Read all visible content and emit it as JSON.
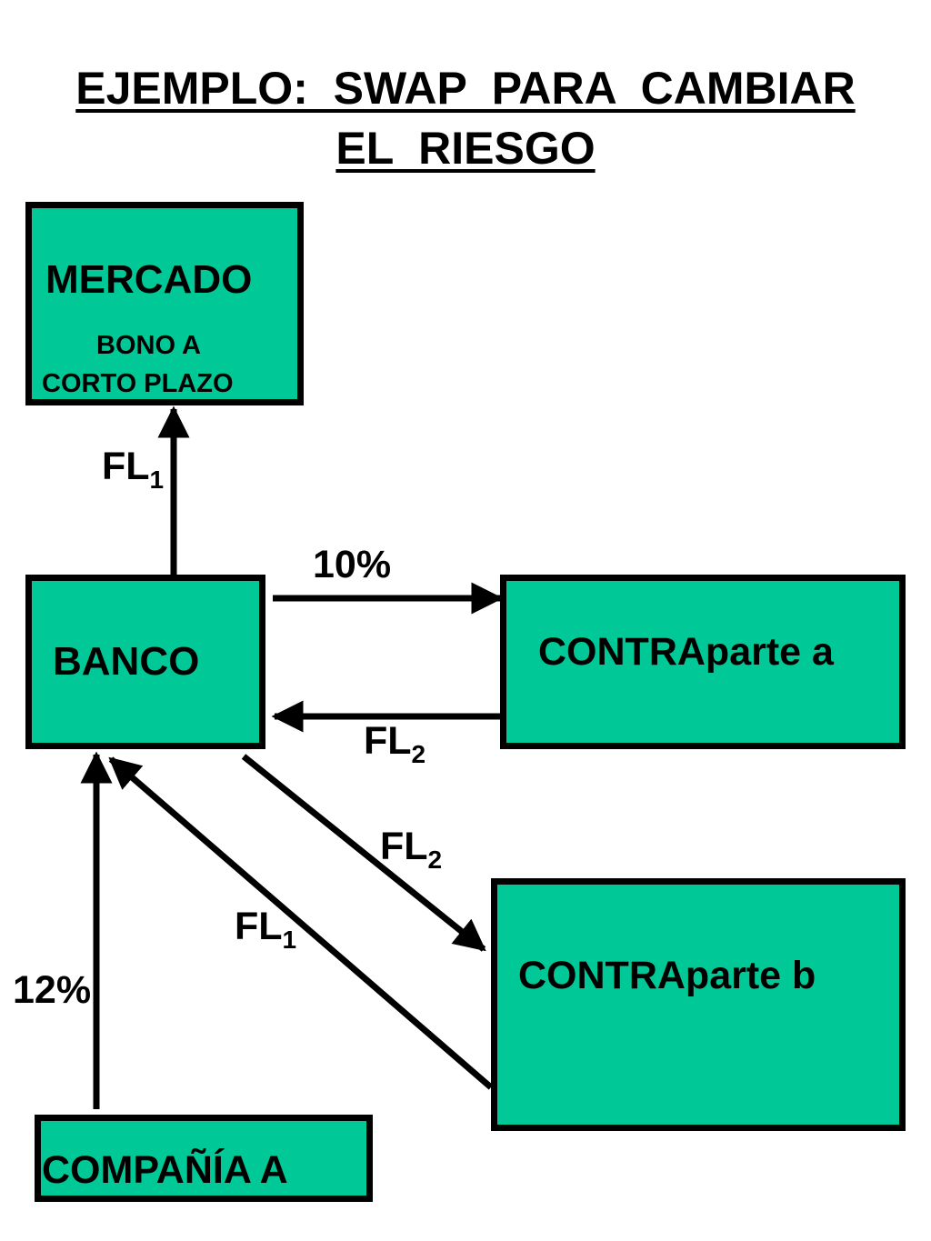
{
  "title": {
    "line1": "EJEMPLO:  SWAP  PARA  CAMBIAR",
    "line2": "EL  RIESGO"
  },
  "nodes": {
    "mercado": {
      "label": "MERCADO",
      "sub1": "BONO A",
      "sub2": "CORTO PLAZO"
    },
    "banco": {
      "label": "BANCO"
    },
    "contraparte_a": {
      "label": "CONTRAparte a"
    },
    "contraparte_b": {
      "label": "CONTRAparte b"
    },
    "compania_a": {
      "label": "COMPAÑÍA A"
    }
  },
  "flows": {
    "banco_to_mercado": {
      "base": "FL",
      "sub": "1"
    },
    "banco_to_contraparte_a": {
      "text": "10%"
    },
    "contraparte_a_to_banco": {
      "base": "FL",
      "sub": "2"
    },
    "banco_to_contraparte_b": {
      "base": "FL",
      "sub": "2"
    },
    "contraparte_b_to_banco": {
      "base": "FL",
      "sub": "1"
    },
    "compania_to_banco": {
      "text": "12%"
    }
  },
  "colors": {
    "box_fill": "#00c896",
    "stroke": "#000000"
  }
}
